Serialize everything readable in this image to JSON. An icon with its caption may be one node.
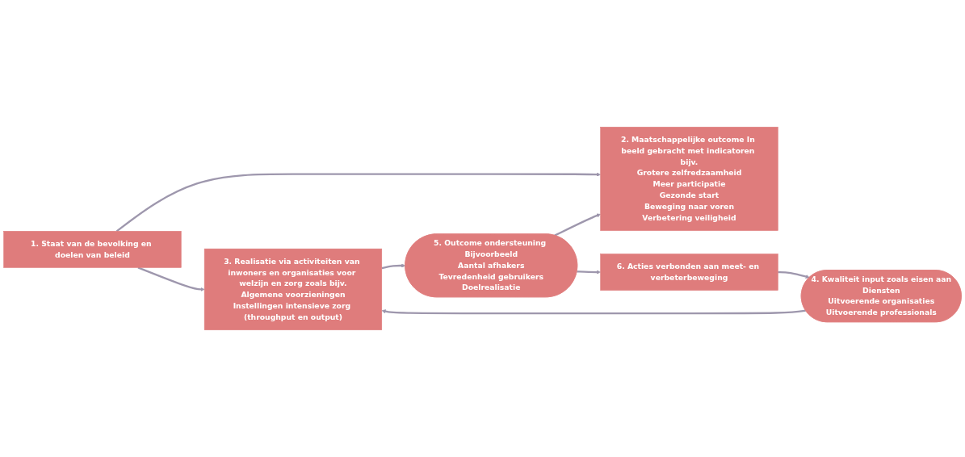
{
  "diagram": {
    "nodes": [
      {
        "text": [
          "1. Staat van de bevolking en doelen van beleid"
        ]
      },
      {
        "text": [
          "2. Maatschappelijke outcome In beeld gebracht met indicatoren bijv.",
          "Grotere zelfredzaamheid",
          "Meer participatie",
          "Gezonde start",
          "Beweging naar voren",
          "Verbetering veiligheid"
        ]
      },
      {
        "text": [
          "3. Realisatie via activiteiten van inwoners en organisaties voor welzijn en zorg zoals bijv.",
          "Algemene voorzieningen",
          "Instellingen intensieve zorg (throughput en output)"
        ]
      },
      {
        "text": [
          "4. Kwaliteit input zoals eisen aan",
          "Diensten",
          "Uitvoerende organisaties",
          "Uitvoerende professionals"
        ]
      },
      {
        "text": [
          "5. Outcome ondersteuning Bijvoorbeeld",
          "Aantal afhakers",
          "Tevredenheid gebruikers",
          "Doelrealisatie"
        ]
      },
      {
        "text": [
          "6. Acties verbonden aan meet- en verbeterbeweging"
        ]
      }
    ],
    "edges": [
      {
        "from": 0,
        "to": 1,
        "arrow": "to"
      },
      {
        "from": 0,
        "to": 2,
        "arrow": "to"
      },
      {
        "from": 3,
        "to": 2,
        "arrow": "to"
      },
      {
        "from": 2,
        "to": 4,
        "arrow": "to"
      },
      {
        "from": 4,
        "to": 1,
        "arrow": "to"
      },
      {
        "from": 4,
        "to": 5,
        "arrow": "to"
      },
      {
        "from": 5,
        "to": 3,
        "arrow": "to"
      }
    ]
  }
}
